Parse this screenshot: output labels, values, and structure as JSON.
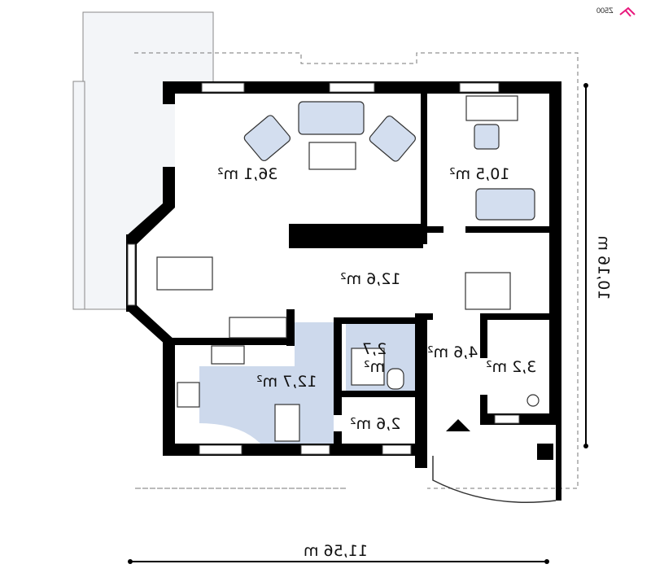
{
  "logo": "Z500",
  "rooms": [
    {
      "id": "living",
      "area": "36,1 m²"
    },
    {
      "id": "office",
      "area": "10,5 m²"
    },
    {
      "id": "hall",
      "area": "12,6 m²"
    },
    {
      "id": "kitchen",
      "area": "12,7 m²"
    },
    {
      "id": "bathroom",
      "area": "2,7 m²"
    },
    {
      "id": "vestibule",
      "area": "4,6 m²"
    },
    {
      "id": "wc",
      "area": "3,2 m²"
    },
    {
      "id": "closet",
      "area": "2,6 m²"
    }
  ],
  "dimensions": {
    "width": "11,56 m",
    "depth": "10,16 m"
  },
  "colors": {
    "wall": "#000000",
    "kitchen_fill": "#cdd9ec",
    "furniture": "#d3deef",
    "terrace": "#f2f4f7",
    "accent": "#e8197d"
  }
}
